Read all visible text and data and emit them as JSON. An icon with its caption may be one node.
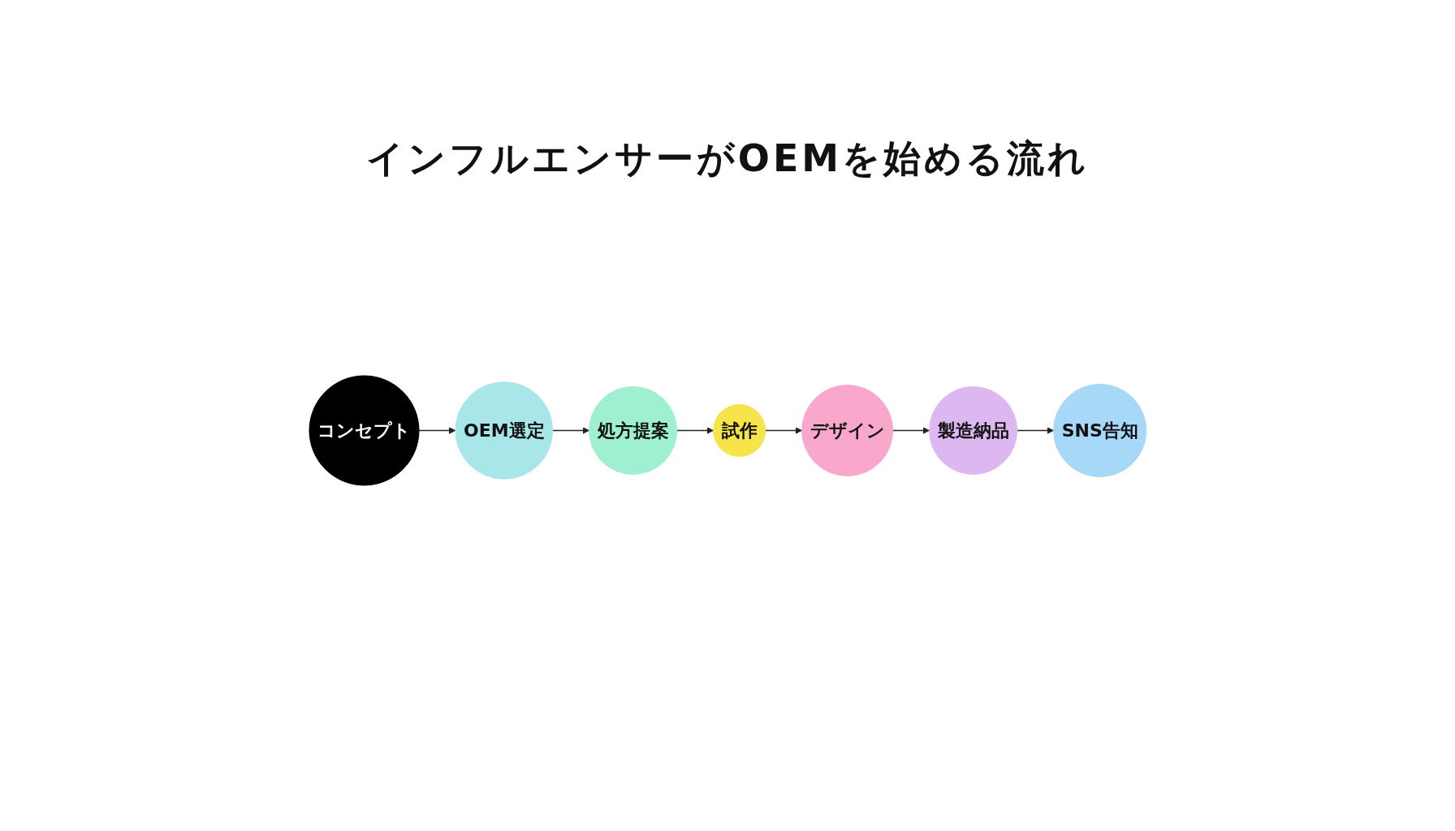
{
  "diagram": {
    "title": "インフルエンサーがOEMを始める流れ",
    "nodes": [
      {
        "text": [
          "コンセプト"
        ]
      },
      {
        "text": [
          "OEM選定"
        ]
      },
      {
        "text": [
          "処方提案"
        ]
      },
      {
        "text": [
          "試作"
        ]
      },
      {
        "text": [
          "デザイン"
        ]
      },
      {
        "text": [
          "製造納品"
        ]
      },
      {
        "text": [
          "SNS告知"
        ]
      }
    ],
    "edges": [
      {
        "from": 0,
        "to": 1,
        "arrow": "to"
      },
      {
        "from": 1,
        "to": 2,
        "arrow": "to"
      },
      {
        "from": 2,
        "to": 3,
        "arrow": "to"
      },
      {
        "from": 3,
        "to": 4,
        "arrow": "to"
      },
      {
        "from": 4,
        "to": 5,
        "arrow": "to"
      },
      {
        "from": 5,
        "to": 6,
        "arrow": "to"
      }
    ]
  }
}
